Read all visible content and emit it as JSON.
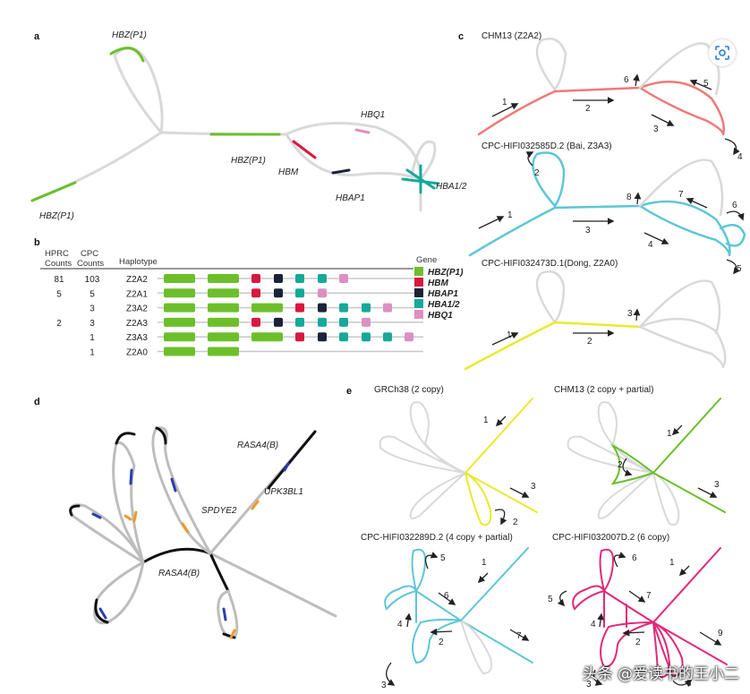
{
  "colors": {
    "grey": "#d9d9d9",
    "green": "#6cbf2a",
    "red": "#d7193f",
    "navy": "#1c2238",
    "teal": "#16a99a",
    "pink": "#dd8fc1",
    "salmon": "#ee7a78",
    "cyan": "#5ec6d6",
    "yellow": "#eaea2e",
    "magenta": "#e0297a",
    "blue": "#2a3eb1",
    "orange": "#ee9a2b",
    "black": "#111111",
    "lightgrey": "#bdbdbd"
  },
  "panel_a": {
    "letter": "a",
    "labels": [
      "HBZ(P1)",
      "HBZ(P1)",
      "HBZ(P1)",
      "HBM",
      "HBQ1",
      "HBAP1",
      "HBA1/2"
    ]
  },
  "panel_b": {
    "letter": "b",
    "headers": {
      "hprc": "HPRC",
      "hprc2": "Counts",
      "cpc": "CPC",
      "cpc2": "Counts",
      "haplotype": "Haplotype",
      "gene": "Gene"
    },
    "rows": [
      {
        "hprc": "81",
        "cpc": "103",
        "hap": "Z2A2"
      },
      {
        "hprc": "5",
        "cpc": "5",
        "hap": "Z2A1"
      },
      {
        "hprc": "",
        "cpc": "3",
        "hap": "Z3A2"
      },
      {
        "hprc": "2",
        "cpc": "3",
        "hap": "Z2A3"
      },
      {
        "hprc": "",
        "cpc": "1",
        "hap": "Z3A3"
      },
      {
        "hprc": "",
        "cpc": "1",
        "hap": "Z2A0"
      }
    ],
    "legend": [
      "HBZ(P1)",
      "HBM",
      "HBAP1",
      "HBA1/2",
      "HBQ1"
    ]
  },
  "panel_c": {
    "letter": "c",
    "titles": [
      "CHM13 (Z2A2)",
      "CPC-HIFI032585D.2 (Bai, Z3A3)",
      "CPC-HIFI032473D.1(Dong, Z2A0)"
    ],
    "numbers1": [
      "1",
      "2",
      "3",
      "4",
      "5",
      "6"
    ],
    "numbers2": [
      "1",
      "2",
      "3",
      "4",
      "5",
      "6",
      "7",
      "8"
    ],
    "numbers3": [
      "1",
      "2",
      "3"
    ]
  },
  "panel_d": {
    "letter": "d",
    "labels": [
      "RASA4(B)",
      "UPK3BL1",
      "SPDYE2",
      "RASA4(B)"
    ]
  },
  "panel_e": {
    "letter": "e",
    "titles": [
      "GRCh38 (2 copy)",
      "CHM13 (2 copy + partial)",
      "CPC-HIFI032289D.2 (4 copy + partial)",
      "CPC-HIFI032007D.2 (6 copy)"
    ],
    "n1": [
      "1",
      "2",
      "3"
    ],
    "n2": [
      "1",
      "2",
      "3"
    ],
    "n3": [
      "1",
      "2",
      "3",
      "4",
      "5",
      "6",
      "7"
    ],
    "n4": [
      "1",
      "2",
      "3",
      "4",
      "5",
      "6",
      "7",
      "8",
      "9"
    ]
  },
  "watermark": "头条 @爱读书的王小二"
}
